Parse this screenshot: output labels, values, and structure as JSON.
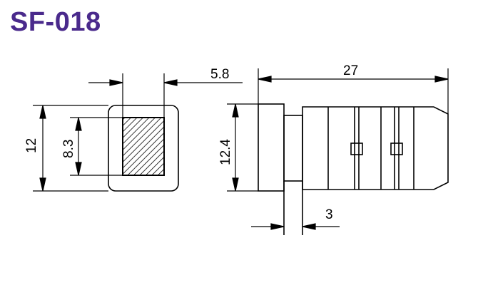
{
  "title": "SF-018",
  "dimensions": {
    "d1": "5.8",
    "d2": "27",
    "d3": "12",
    "d4": "8.3",
    "d5": "12.4",
    "d6": "3"
  }
}
